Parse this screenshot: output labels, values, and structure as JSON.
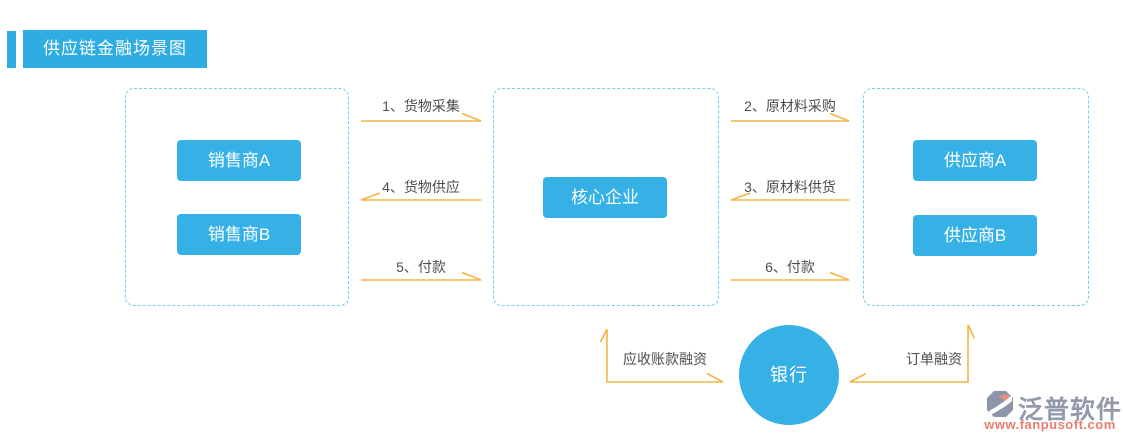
{
  "title": "供应链金融场景图",
  "groups": {
    "sellers": {
      "items": [
        {
          "label": "销售商A"
        },
        {
          "label": "销售商B"
        }
      ]
    },
    "core": {
      "items": [
        {
          "label": "核心企业"
        }
      ]
    },
    "suppliers": {
      "items": [
        {
          "label": "供应商A"
        },
        {
          "label": "供应商B"
        }
      ]
    }
  },
  "flows": [
    {
      "num": "1",
      "label": "1、货物采集",
      "from": "销售商",
      "to": "核心企业",
      "direction": "right"
    },
    {
      "num": "2",
      "label": "2、原材料采购",
      "from": "核心企业",
      "to": "供应商",
      "direction": "right"
    },
    {
      "num": "3",
      "label": "3、原材料供货",
      "from": "供应商",
      "to": "核心企业",
      "direction": "left"
    },
    {
      "num": "4",
      "label": "4、货物供应",
      "from": "核心企业",
      "to": "销售商",
      "direction": "left"
    },
    {
      "num": "5",
      "label": "5、付款",
      "from": "销售商",
      "to": "核心企业",
      "direction": "right"
    },
    {
      "num": "6",
      "label": "6、付款",
      "from": "核心企业",
      "to": "供应商",
      "direction": "right"
    }
  ],
  "bank": {
    "label": "银行",
    "financing_left": "应收账款融资",
    "financing_right": "订单融资"
  },
  "logo": {
    "brand": "泛普软件",
    "site": "www.fanpusoft.com"
  },
  "colors": {
    "blue": "#35b1e6",
    "badge-blue": "#2fade3",
    "dash-blue": "#74ccf2",
    "arrow-gold": "#f0b544",
    "label-gray": "#4d4d4d",
    "logo-gray": "#9199ab",
    "logo-red": "#e87c6e"
  }
}
